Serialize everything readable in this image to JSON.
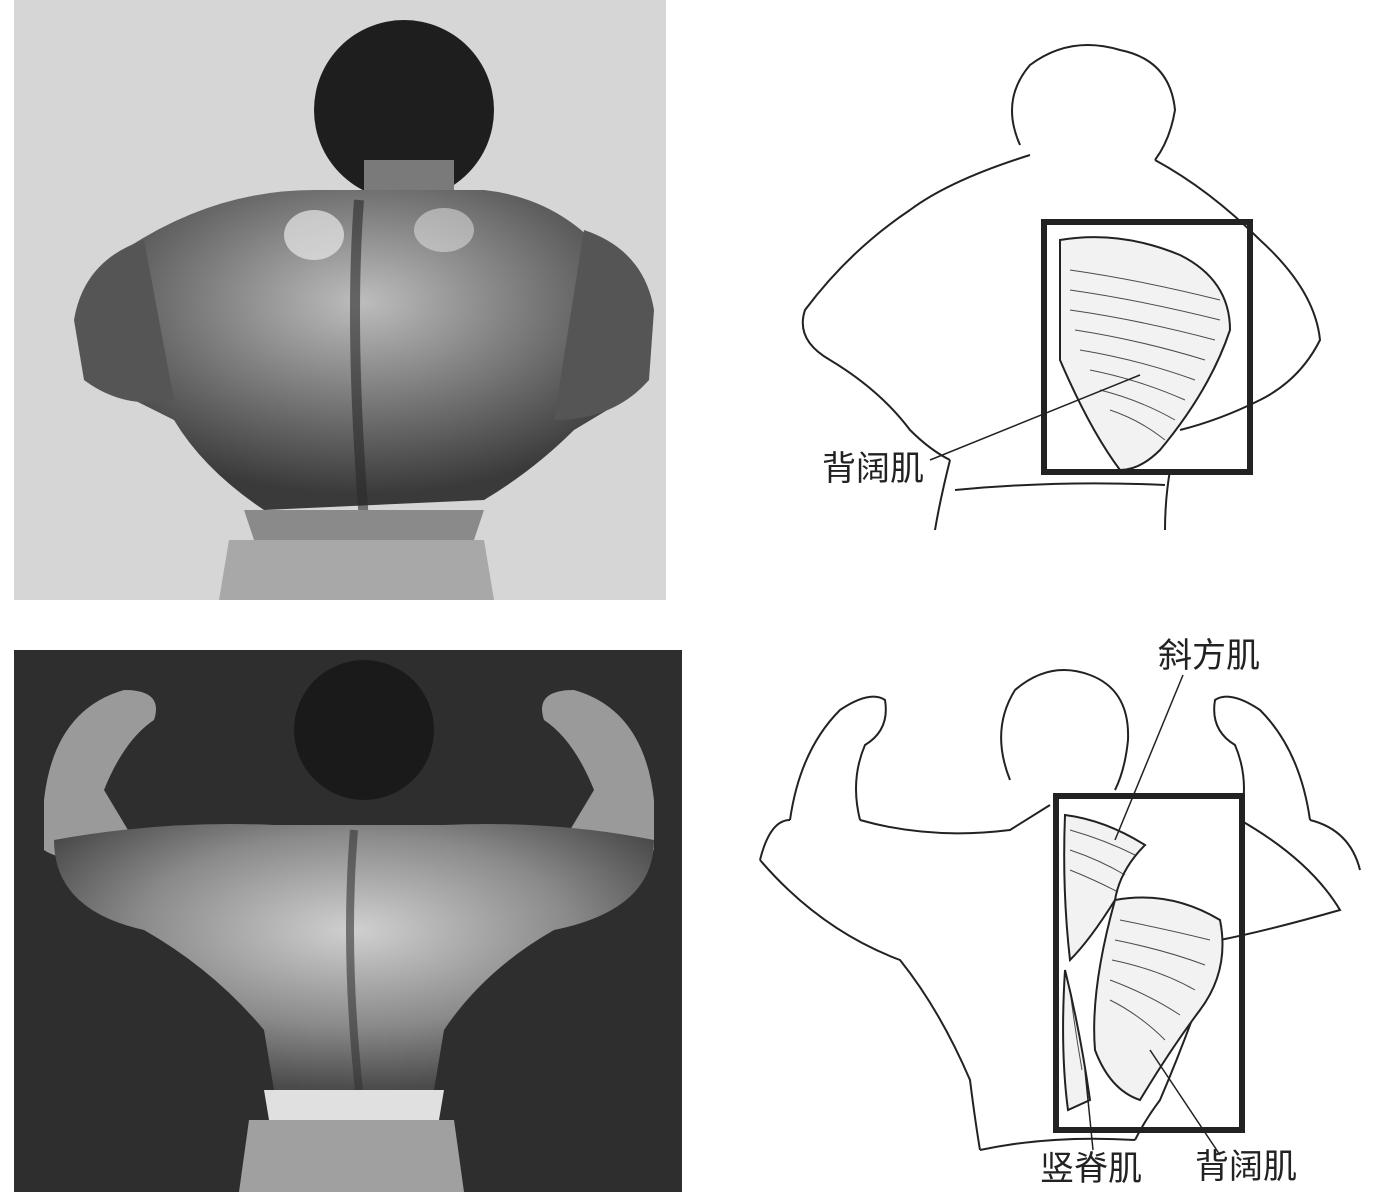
{
  "figures": {
    "lat_spread_drawing": {
      "labels": {
        "latissimus": "背阔肌"
      }
    },
    "double_biceps_drawing": {
      "labels": {
        "trapezius": "斜方肌",
        "erector": "竖脊肌",
        "latissimus": "背阔肌"
      }
    }
  },
  "colors": {
    "ink": "#222222",
    "photo_light_bg": "#d6d6d6",
    "photo_dark_bg": "#2e2e2e"
  }
}
